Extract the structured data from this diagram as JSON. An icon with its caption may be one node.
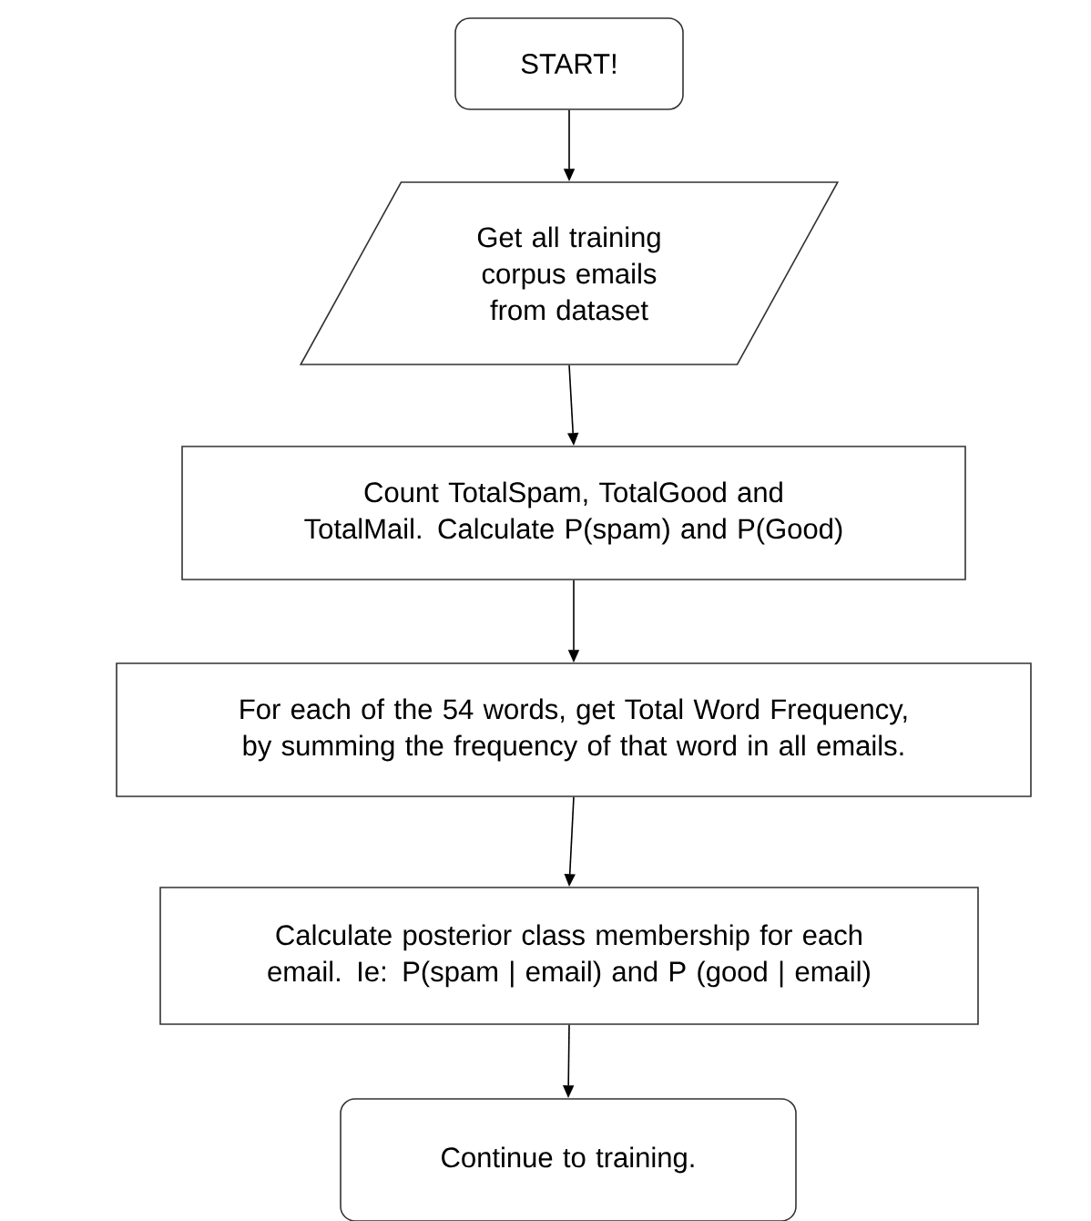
{
  "diagram": {
    "nodes": [
      {
        "text": [
          "START!"
        ]
      },
      {
        "text": [
          "Get all training corpus emails from dataset"
        ]
      },
      {
        "text": [
          "Count TotalSpam, TotalGood and TotalMail. Calculate P(spam) and P(Good)"
        ]
      },
      {
        "text": [
          "For each of the 54 words, get Total Word Frequency, by summing the frequency of that word in all emails."
        ]
      },
      {
        "text": [
          "Calculate posterior class membership for each email. Ie: P(spam | email) and P (good | email)"
        ]
      },
      {
        "text": [
          "Continue to training."
        ]
      }
    ],
    "edges": [
      {
        "from": 0,
        "to": 1,
        "arrow": "to"
      },
      {
        "from": 1,
        "to": 2,
        "arrow": "to"
      },
      {
        "from": 2,
        "to": 3,
        "arrow": "to"
      },
      {
        "from": 3,
        "to": 4,
        "arrow": "to"
      },
      {
        "from": 4,
        "to": 5,
        "arrow": "to"
      }
    ]
  }
}
